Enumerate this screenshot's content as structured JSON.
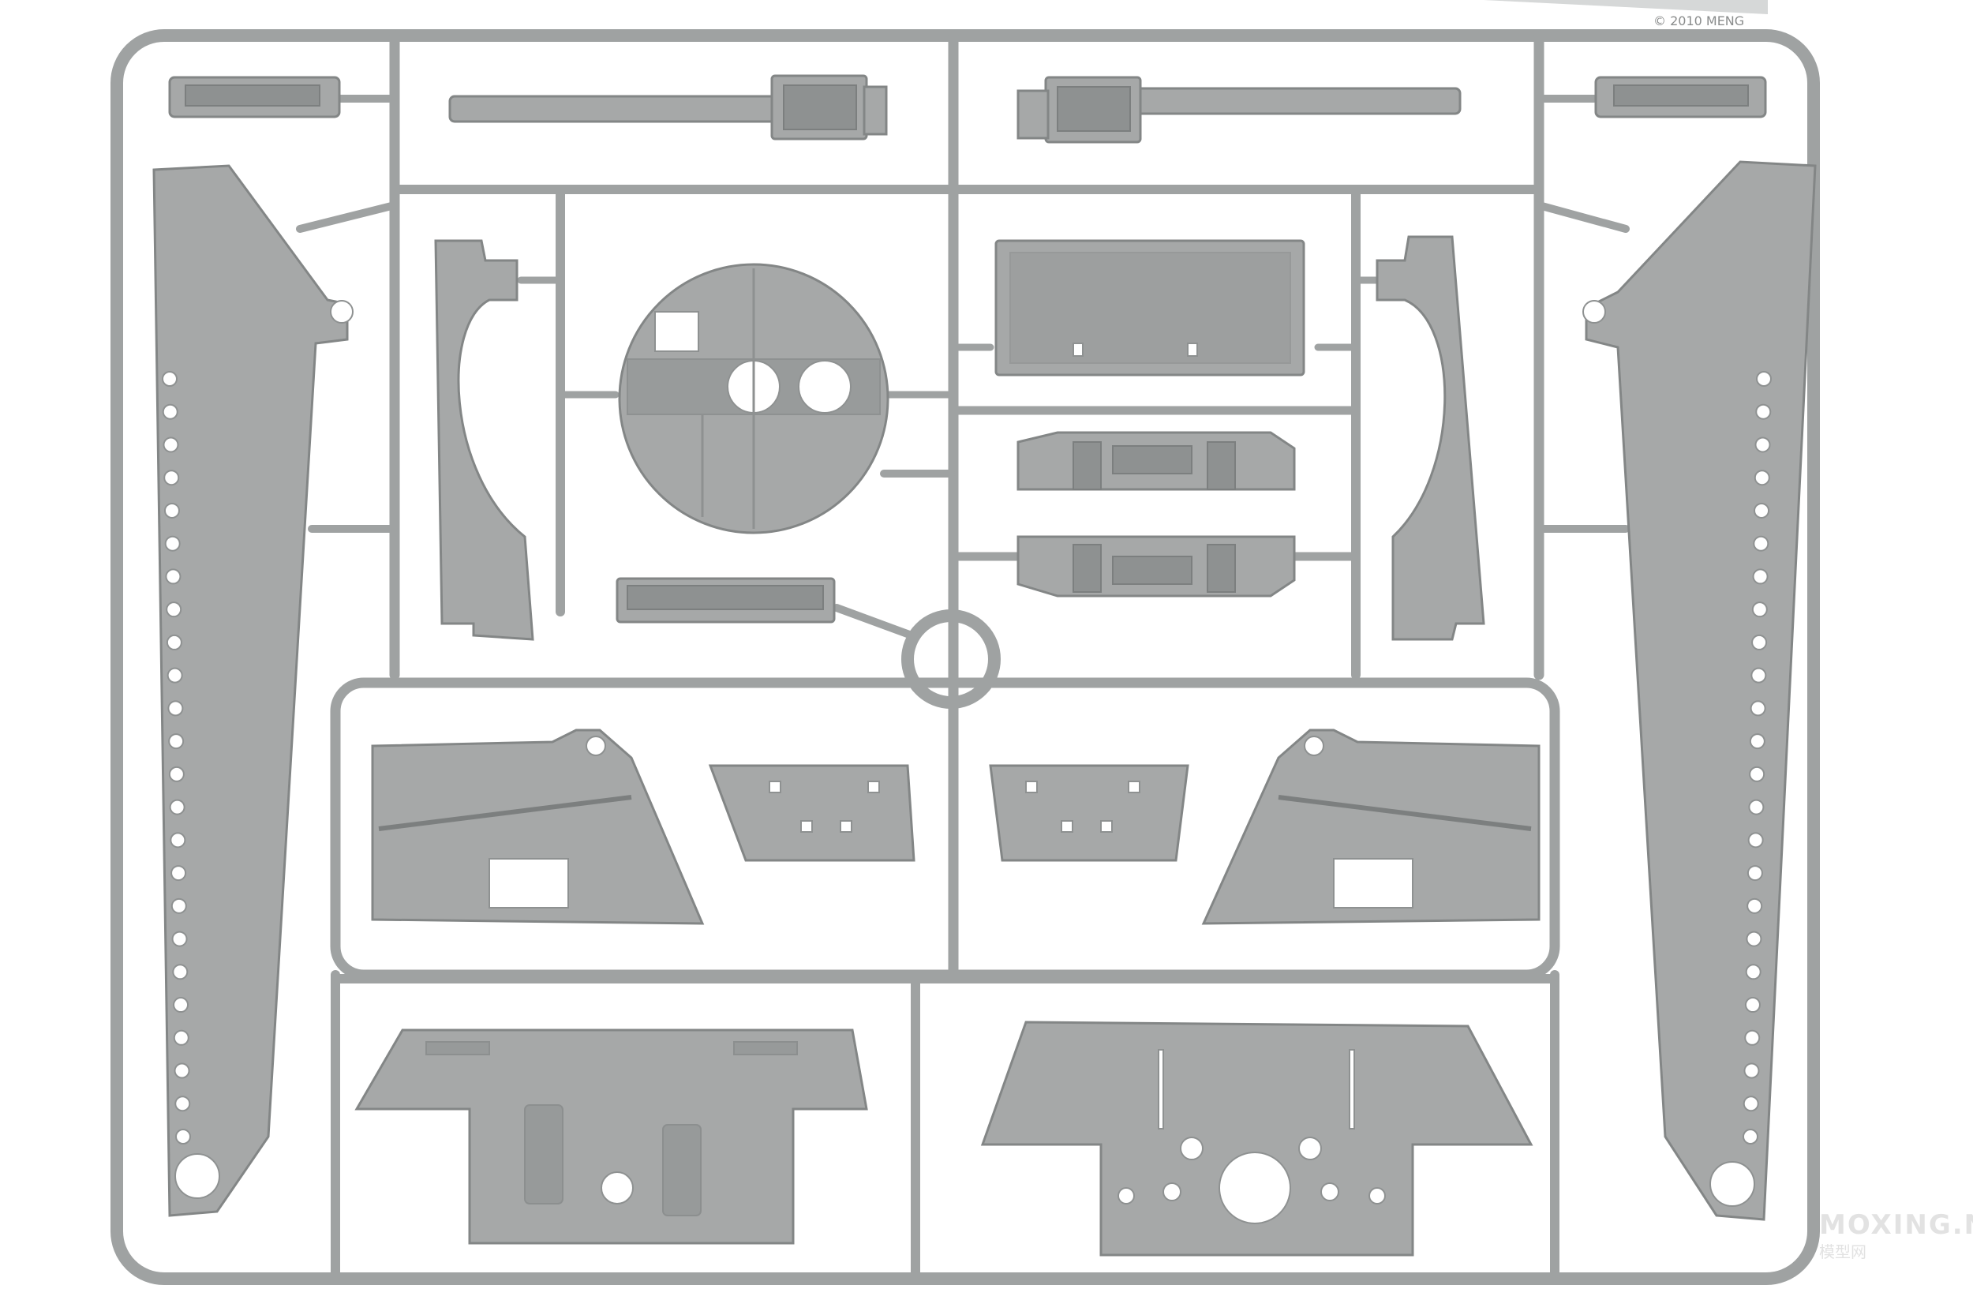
{
  "photo": {
    "subject": "plastic-model-kit-sprue",
    "colors": {
      "background": "#ffffff",
      "plastic": "#a6a8a8",
      "plastic_dark": "#8e9191",
      "plastic_edge": "#7c7f7f",
      "hole": "#ffffff"
    }
  },
  "engraving": {
    "text": "© 2010 MENG"
  },
  "watermark": {
    "site": "MOXING.NET",
    "cn": "模型网"
  }
}
